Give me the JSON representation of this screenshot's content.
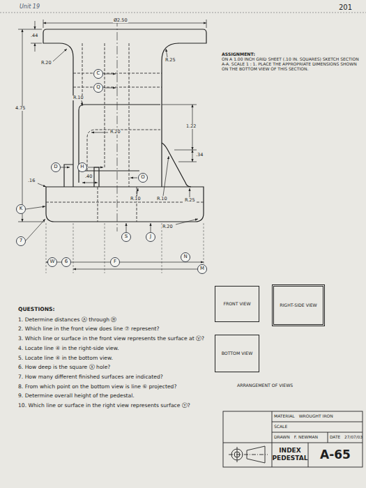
{
  "diagram": {
    "nodes": [
      {
        "text": [
          "C"
        ]
      },
      {
        "text": [
          "Q"
        ]
      },
      {
        "text": [
          "D"
        ]
      },
      {
        "text": [
          "H"
        ]
      },
      {
        "text": [
          "O"
        ]
      },
      {
        "text": [
          "K"
        ]
      },
      {
        "text": [
          "S"
        ]
      },
      {
        "text": [
          "J"
        ]
      },
      {
        "text": [
          "7"
        ]
      },
      {
        "text": [
          "W"
        ]
      },
      {
        "text": [
          "6"
        ]
      },
      {
        "text": [
          "F"
        ]
      },
      {
        "text": [
          "N"
        ]
      },
      {
        "text": [
          "M"
        ]
      },
      {
        "text": [
          "FRONT VIEW"
        ]
      },
      {
        "text": [
          "RIGHT-SIDE VIEW"
        ]
      },
      {
        "text": [
          "BOTTOM VIEW"
        ]
      },
      {
        "text": [
          "MATERIAL",
          "WROUGHT IRON"
        ]
      },
      {
        "text": [
          "SCALE"
        ]
      },
      {
        "text": [
          "DRAWN",
          "F. NEWMAN"
        ]
      },
      {
        "text": [
          "DATE",
          "27/07/03"
        ]
      },
      {
        "text": [
          "INDEX",
          "PEDESTAL"
        ]
      },
      {
        "text": [
          "A-65"
        ]
      }
    ],
    "labels": [
      "Unit 19",
      "201",
      "Ø2.50",
      ".44",
      "R.20",
      "R.25",
      "R.10",
      "4.75",
      "R.20",
      "1.22",
      ".34",
      ".16",
      ".40",
      "R.10",
      "R.10",
      "R.25",
      "R.20",
      "ASSIGNMENT:",
      "ON A 1.00 INCH GRID SHEET (.10 IN. SQUARES) SKETCH SECTION A-A. SCALE 1 : 1. PLACE THE APPROPRIATE DIMENSIONS SHOWN ON THE BOTTOM VIEW OF THIS SECTION.",
      "QUESTIONS:",
      "1. Determine distances Ⓐ through Ⓡ",
      "2. Which line in the front view does line ⑦ represent?",
      "3. Which line or surface in the front view represents the surface at Ⓥ?",
      "4. Locate line ④ in the right-side view.",
      "5. Locate line ④ in the bottom view.",
      "6. How deep is the square Ⓧ hole?",
      "7. How many different finished surfaces are indicated?",
      "8. From which point on the bottom view is line ⑥ projected?",
      "9. Determine overall height of the pedestal.",
      "10. Which line or surface in the right view represents surface Ⓨ?",
      "ARRANGEMENT OF VIEWS"
    ]
  }
}
